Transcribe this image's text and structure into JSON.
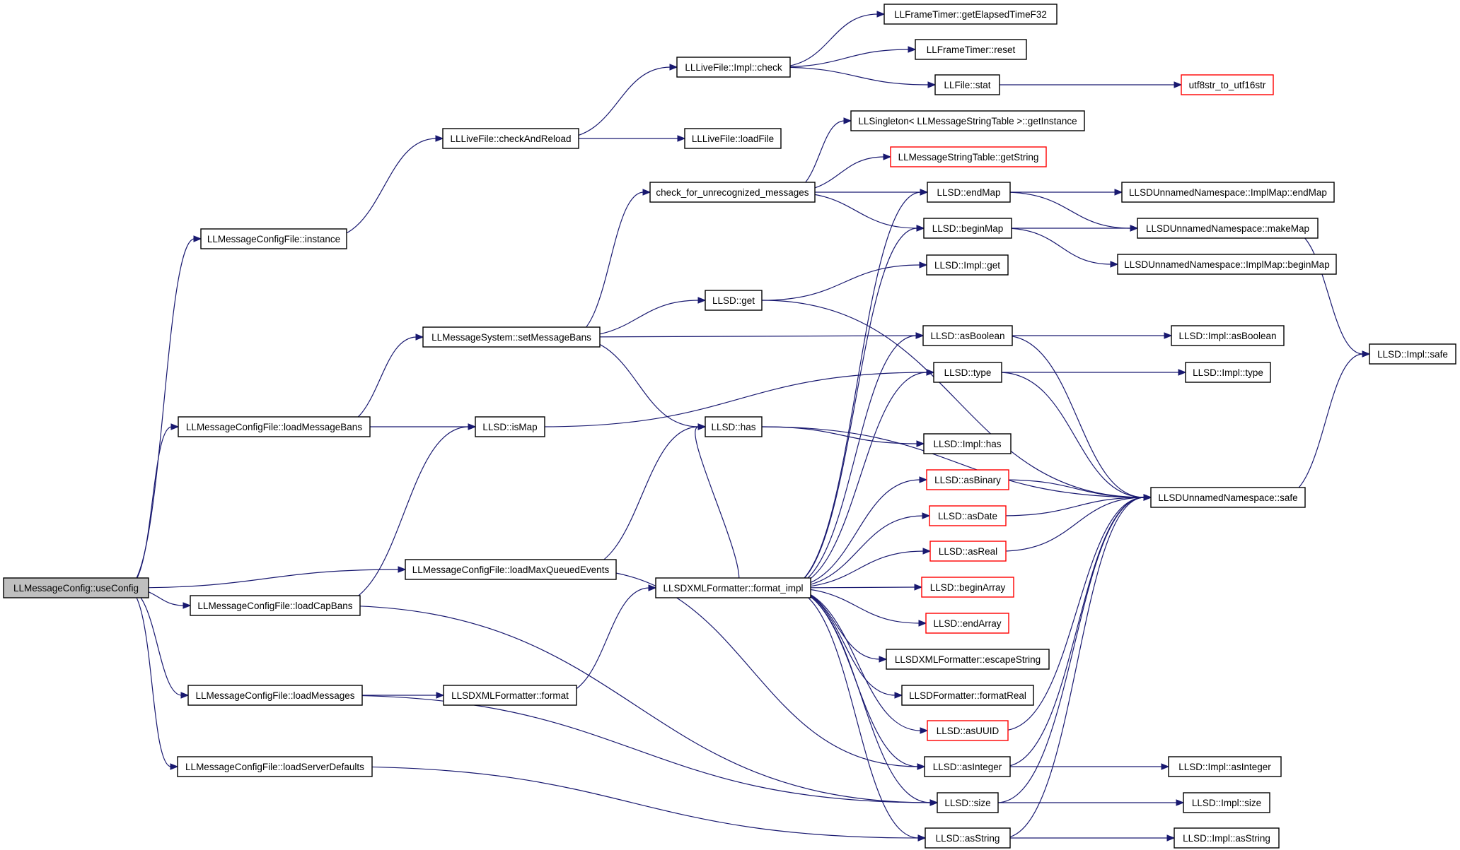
{
  "nodes": [
    {
      "id": "useConfig",
      "label": "LLMessageConfig::useConfig",
      "style": "root"
    },
    {
      "id": "instance",
      "label": "LLMessageConfigFile::instance",
      "style": "normal"
    },
    {
      "id": "loadMessageBans",
      "label": "LLMessageConfigFile::loadMessageBans",
      "style": "normal"
    },
    {
      "id": "loadMaxQueuedEvents",
      "label": "LLMessageConfigFile::loadMaxQueuedEvents",
      "style": "normal"
    },
    {
      "id": "loadCapBans",
      "label": "LLMessageConfigFile::loadCapBans",
      "style": "normal"
    },
    {
      "id": "loadMessages",
      "label": "LLMessageConfigFile::loadMessages",
      "style": "normal"
    },
    {
      "id": "loadServerDefaults",
      "label": "LLMessageConfigFile::loadServerDefaults",
      "style": "normal"
    },
    {
      "id": "checkAndReload",
      "label": "LLLiveFile::checkAndReload",
      "style": "normal"
    },
    {
      "id": "setMessageBans",
      "label": "LLMessageSystem::setMessageBans",
      "style": "normal"
    },
    {
      "id": "isMap",
      "label": "LLSD::isMap",
      "style": "normal"
    },
    {
      "id": "xmlFormat",
      "label": "LLSDXMLFormatter::format",
      "style": "normal"
    },
    {
      "id": "implCheck",
      "label": "LLLiveFile::Impl::check",
      "style": "normal"
    },
    {
      "id": "loadFile",
      "label": "LLLiveFile::loadFile",
      "style": "normal"
    },
    {
      "id": "checkUnrecognized",
      "label": "check_for_unrecognized_messages",
      "style": "normal"
    },
    {
      "id": "get",
      "label": "LLSD::get",
      "style": "normal"
    },
    {
      "id": "has",
      "label": "LLSD::has",
      "style": "normal"
    },
    {
      "id": "formatImpl",
      "label": "LLSDXMLFormatter::format_impl",
      "style": "normal"
    },
    {
      "id": "getElapsed",
      "label": "LLFrameTimer::getElapsedTimeF32",
      "style": "normal"
    },
    {
      "id": "reset",
      "label": "LLFrameTimer::reset",
      "style": "normal"
    },
    {
      "id": "stat",
      "label": "LLFile::stat",
      "style": "normal"
    },
    {
      "id": "utf8",
      "label": "utf8str_to_utf16str",
      "style": "red"
    },
    {
      "id": "singleton",
      "label": "LLSingleton< LLMessageStringTable >::getInstance",
      "style": "normal"
    },
    {
      "id": "getString",
      "label": "LLMessageStringTable::getString",
      "style": "red"
    },
    {
      "id": "endMap",
      "label": "LLSD::endMap",
      "style": "normal"
    },
    {
      "id": "beginMap",
      "label": "LLSD::beginMap",
      "style": "normal"
    },
    {
      "id": "implGet",
      "label": "LLSD::Impl::get",
      "style": "normal"
    },
    {
      "id": "asBoolean",
      "label": "LLSD::asBoolean",
      "style": "normal"
    },
    {
      "id": "type",
      "label": "LLSD::type",
      "style": "normal"
    },
    {
      "id": "implHas",
      "label": "LLSD::Impl::has",
      "style": "normal"
    },
    {
      "id": "asBinary",
      "label": "LLSD::asBinary",
      "style": "red"
    },
    {
      "id": "asDate",
      "label": "LLSD::asDate",
      "style": "red"
    },
    {
      "id": "asReal",
      "label": "LLSD::asReal",
      "style": "red"
    },
    {
      "id": "beginArray",
      "label": "LLSD::beginArray",
      "style": "red"
    },
    {
      "id": "endArray",
      "label": "LLSD::endArray",
      "style": "red"
    },
    {
      "id": "escapeString",
      "label": "LLSDXMLFormatter::escapeString",
      "style": "normal"
    },
    {
      "id": "formatReal",
      "label": "LLSDFormatter::formatReal",
      "style": "normal"
    },
    {
      "id": "asUUID",
      "label": "LLSD::asUUID",
      "style": "red"
    },
    {
      "id": "asInteger",
      "label": "LLSD::asInteger",
      "style": "normal"
    },
    {
      "id": "size",
      "label": "LLSD::size",
      "style": "normal"
    },
    {
      "id": "asString",
      "label": "LLSD::asString",
      "style": "normal"
    },
    {
      "id": "implMapEndMap",
      "label": "LLSDUnnamedNamespace::ImplMap::endMap",
      "style": "normal"
    },
    {
      "id": "makeMap",
      "label": "LLSDUnnamedNamespace::makeMap",
      "style": "normal"
    },
    {
      "id": "implMapBeginMap",
      "label": "LLSDUnnamedNamespace::ImplMap::beginMap",
      "style": "normal"
    },
    {
      "id": "implAsBoolean",
      "label": "LLSD::Impl::asBoolean",
      "style": "normal"
    },
    {
      "id": "implType",
      "label": "LLSD::Impl::type",
      "style": "normal"
    },
    {
      "id": "nsSafe",
      "label": "LLSDUnnamedNamespace::safe",
      "style": "normal"
    },
    {
      "id": "implAsInteger",
      "label": "LLSD::Impl::asInteger",
      "style": "normal"
    },
    {
      "id": "implSize",
      "label": "LLSD::Impl::size",
      "style": "normal"
    },
    {
      "id": "implAsString",
      "label": "LLSD::Impl::asString",
      "style": "normal"
    },
    {
      "id": "implSafe",
      "label": "LLSD::Impl::safe",
      "style": "normal"
    }
  ],
  "edges": [
    [
      "useConfig",
      "instance"
    ],
    [
      "useConfig",
      "loadMessageBans"
    ],
    [
      "useConfig",
      "loadMaxQueuedEvents"
    ],
    [
      "useConfig",
      "loadCapBans"
    ],
    [
      "useConfig",
      "loadMessages"
    ],
    [
      "useConfig",
      "loadServerDefaults"
    ],
    [
      "instance",
      "checkAndReload"
    ],
    [
      "checkAndReload",
      "implCheck"
    ],
    [
      "checkAndReload",
      "loadFile"
    ],
    [
      "implCheck",
      "getElapsed"
    ],
    [
      "implCheck",
      "reset"
    ],
    [
      "implCheck",
      "stat"
    ],
    [
      "stat",
      "utf8"
    ],
    [
      "loadMessageBans",
      "setMessageBans"
    ],
    [
      "loadMessageBans",
      "isMap"
    ],
    [
      "setMessageBans",
      "checkUnrecognized"
    ],
    [
      "setMessageBans",
      "get"
    ],
    [
      "setMessageBans",
      "asBoolean"
    ],
    [
      "setMessageBans",
      "has"
    ],
    [
      "checkUnrecognized",
      "singleton"
    ],
    [
      "checkUnrecognized",
      "getString"
    ],
    [
      "checkUnrecognized",
      "endMap"
    ],
    [
      "checkUnrecognized",
      "beginMap"
    ],
    [
      "get",
      "implGet"
    ],
    [
      "get",
      "nsSafe"
    ],
    [
      "has",
      "implHas"
    ],
    [
      "has",
      "nsSafe"
    ],
    [
      "isMap",
      "type"
    ],
    [
      "loadMaxQueuedEvents",
      "has"
    ],
    [
      "loadMaxQueuedEvents",
      "asInteger"
    ],
    [
      "loadCapBans",
      "isMap"
    ],
    [
      "loadCapBans",
      "size"
    ],
    [
      "loadMessages",
      "xmlFormat"
    ],
    [
      "loadMessages",
      "size"
    ],
    [
      "loadServerDefaults",
      "asString"
    ],
    [
      "xmlFormat",
      "formatImpl"
    ],
    [
      "formatImpl",
      "endMap"
    ],
    [
      "formatImpl",
      "beginMap"
    ],
    [
      "formatImpl",
      "asBoolean"
    ],
    [
      "formatImpl",
      "type"
    ],
    [
      "formatImpl",
      "has"
    ],
    [
      "formatImpl",
      "asBinary"
    ],
    [
      "formatImpl",
      "asDate"
    ],
    [
      "formatImpl",
      "asReal"
    ],
    [
      "formatImpl",
      "beginArray"
    ],
    [
      "formatImpl",
      "endArray"
    ],
    [
      "formatImpl",
      "escapeString"
    ],
    [
      "formatImpl",
      "formatReal"
    ],
    [
      "formatImpl",
      "asUUID"
    ],
    [
      "formatImpl",
      "asInteger"
    ],
    [
      "formatImpl",
      "size"
    ],
    [
      "formatImpl",
      "asString"
    ],
    [
      "endMap",
      "implMapEndMap"
    ],
    [
      "endMap",
      "makeMap"
    ],
    [
      "beginMap",
      "makeMap"
    ],
    [
      "beginMap",
      "implMapBeginMap"
    ],
    [
      "asBoolean",
      "implAsBoolean"
    ],
    [
      "asBoolean",
      "nsSafe"
    ],
    [
      "type",
      "implType"
    ],
    [
      "type",
      "nsSafe"
    ],
    [
      "asBinary",
      "nsSafe"
    ],
    [
      "asDate",
      "nsSafe"
    ],
    [
      "asReal",
      "nsSafe"
    ],
    [
      "asUUID",
      "nsSafe"
    ],
    [
      "asInteger",
      "implAsInteger"
    ],
    [
      "asInteger",
      "nsSafe"
    ],
    [
      "size",
      "implSize"
    ],
    [
      "size",
      "nsSafe"
    ],
    [
      "asString",
      "implAsString"
    ],
    [
      "asString",
      "nsSafe"
    ],
    [
      "makeMap",
      "implSafe"
    ],
    [
      "nsSafe",
      "implSafe"
    ]
  ]
}
